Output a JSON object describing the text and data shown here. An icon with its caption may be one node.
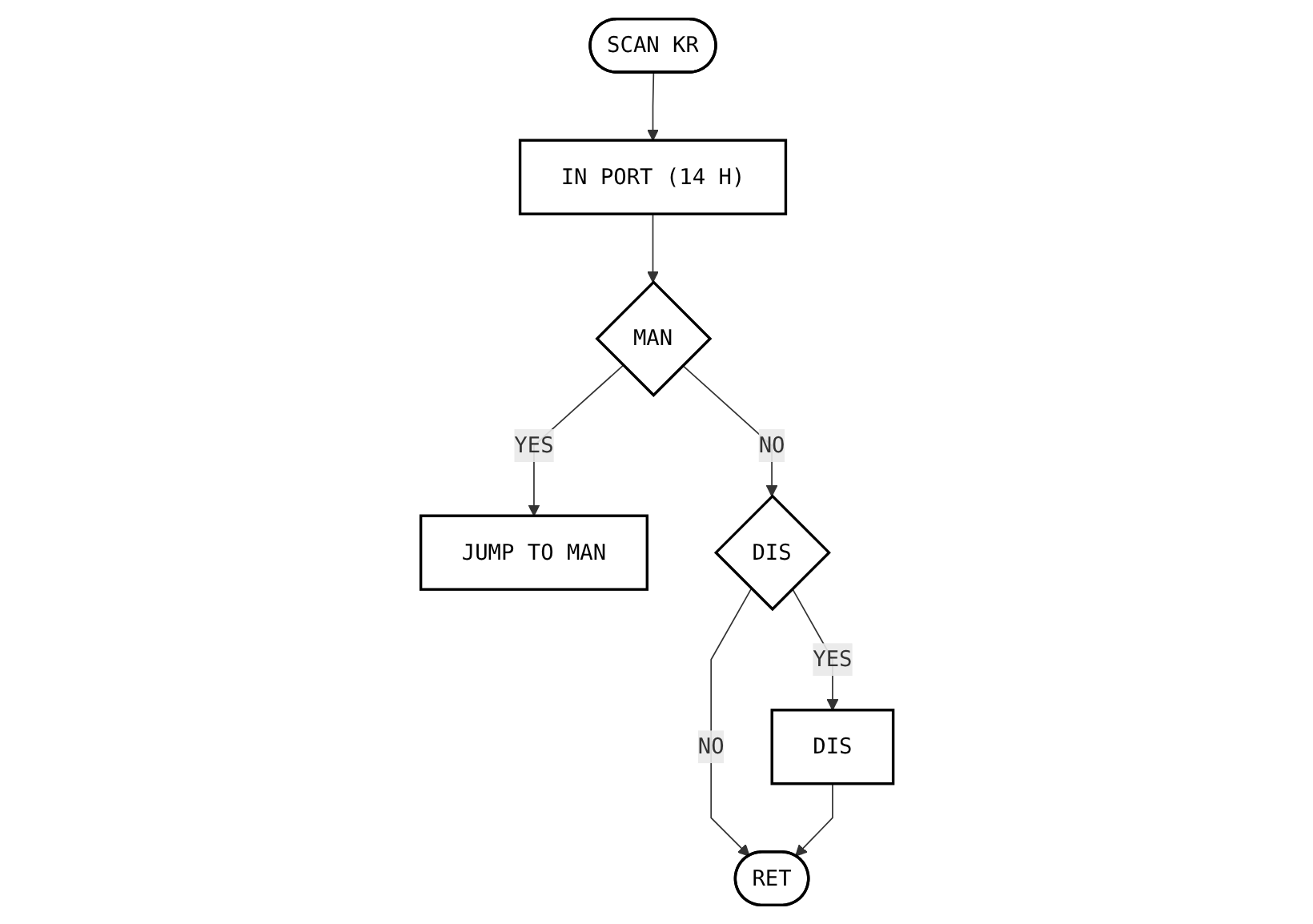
{
  "diagram": {
    "nodes": [
      {
        "text": [
          "SCAN KR"
        ]
      },
      {
        "text": [
          "IN PORT (14 H)"
        ]
      },
      {
        "text": [
          "MAN"
        ]
      },
      {
        "text": [
          "JUMP TO MAN"
        ]
      },
      {
        "text": [
          "DIS"
        ]
      },
      {
        "text": [
          "DIS"
        ]
      },
      {
        "text": [
          "RET"
        ]
      }
    ],
    "edges": [
      {
        "from": 0,
        "to": 1,
        "arrow": "to"
      },
      {
        "from": 1,
        "to": 2,
        "arrow": "to"
      },
      {
        "from": 2,
        "to": 3,
        "arrow": "to",
        "label": "YES"
      },
      {
        "from": 2,
        "to": 4,
        "arrow": "to",
        "label": "NO"
      },
      {
        "from": 4,
        "to": 5,
        "arrow": "to",
        "label": "YES"
      },
      {
        "from": 4,
        "to": 6,
        "arrow": "to",
        "label": "NO"
      },
      {
        "from": 5,
        "to": 6,
        "arrow": "to"
      }
    ]
  }
}
